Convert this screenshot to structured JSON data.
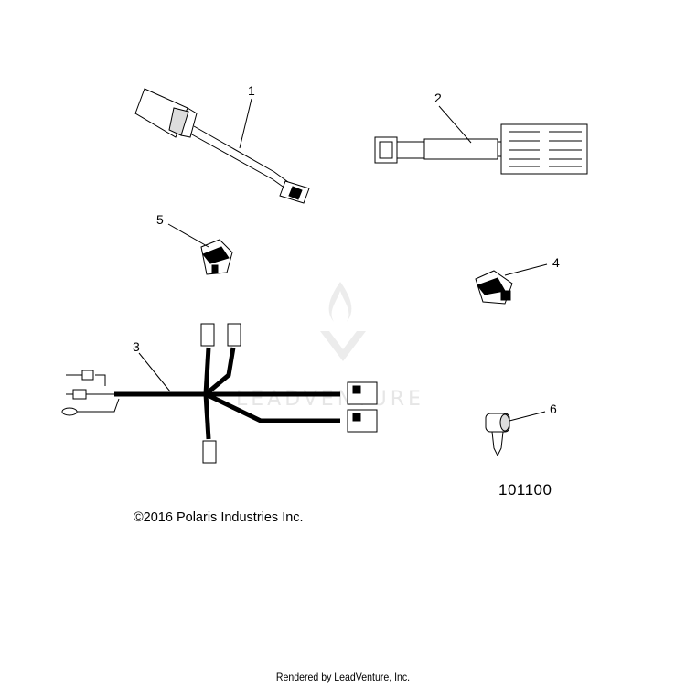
{
  "diagram": {
    "callouts": [
      {
        "id": "1",
        "label": "1"
      },
      {
        "id": "2",
        "label": "2"
      },
      {
        "id": "3",
        "label": "3"
      },
      {
        "id": "4",
        "label": "4"
      },
      {
        "id": "5",
        "label": "5"
      },
      {
        "id": "6",
        "label": "6"
      }
    ],
    "diagram_number": "101100",
    "copyright": "©2016 Polaris Industries Inc.",
    "watermark": "LEADVENTURE",
    "footer": "Rendered by LeadVenture, Inc."
  },
  "colors": {
    "line": "#000000",
    "watermark": "#e6e6e6",
    "background": "#ffffff"
  }
}
